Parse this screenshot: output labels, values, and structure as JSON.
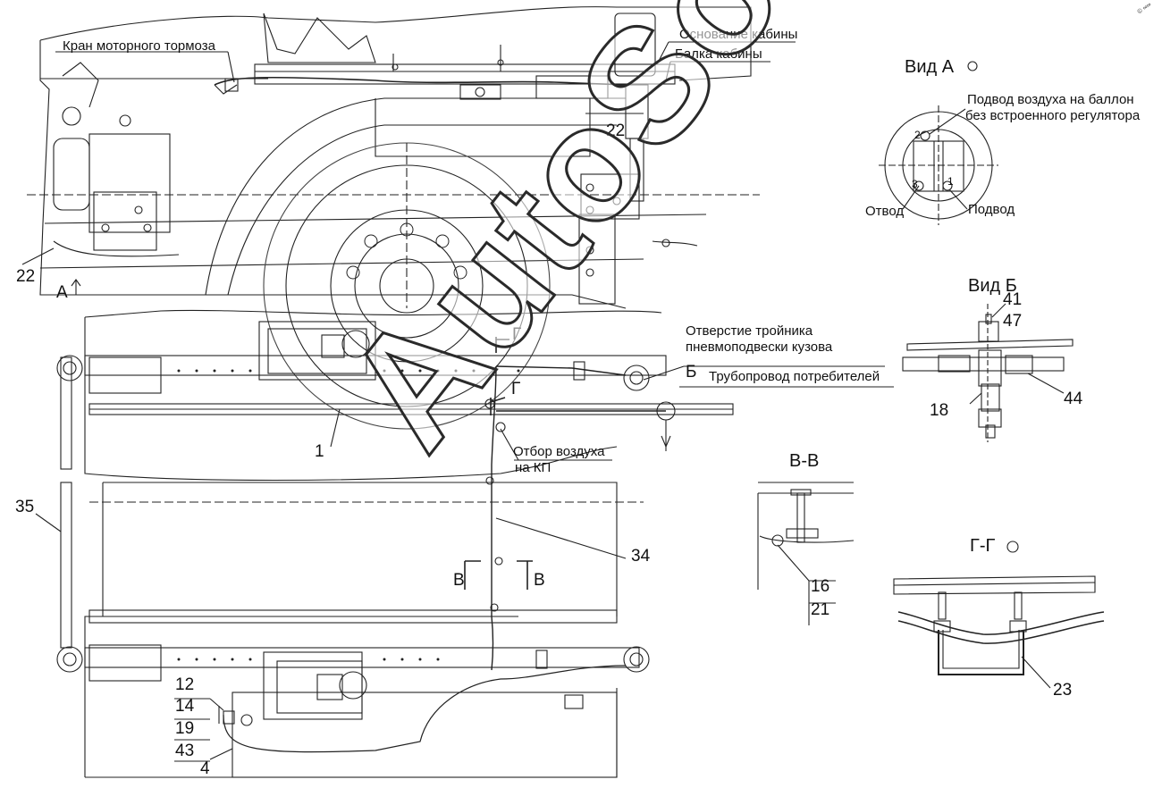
{
  "labels": {
    "kran": "Кран моторного тормоза",
    "osnovanie": "Основание кабины",
    "balka": "Балка кабины",
    "vid_a": "Вид А",
    "podvod_ballon_1": "Подвод воздуха на баллон",
    "podvod_ballon_2": "без встроенного регулятора",
    "otvod": "Отвод",
    "podvod": "Подвод",
    "vid_b": "Вид Б",
    "otverstie_1": "Отверстие тройника",
    "otverstie_2": "пневмоподвески кузова",
    "truboprovod": "Трубопровод потребителей",
    "otbor_1": "Отбор воздуха",
    "otbor_2": "на КП",
    "section_vv": "В-В",
    "section_gg": "Г-Г",
    "letter_a": "А",
    "letter_b": "Б",
    "letter_g1": "Г",
    "letter_g2": "Г",
    "letter_v1": "В",
    "letter_v2": "В",
    "port_1": "1",
    "port_2": "2",
    "port_3": "3"
  },
  "callouts": {
    "n22a": "22",
    "n22b": "22",
    "n41": "41",
    "n47": "47",
    "n18": "18",
    "n44": "44",
    "n1": "1",
    "n35": "35",
    "n34": "34",
    "n16": "16",
    "n21": "21",
    "n23": "23",
    "n12": "12",
    "n14": "14",
    "n19": "19",
    "n43": "43",
    "n4": "4"
  },
  "watermark": "AutoSoft",
  "corner_mark": "© ∞∞"
}
